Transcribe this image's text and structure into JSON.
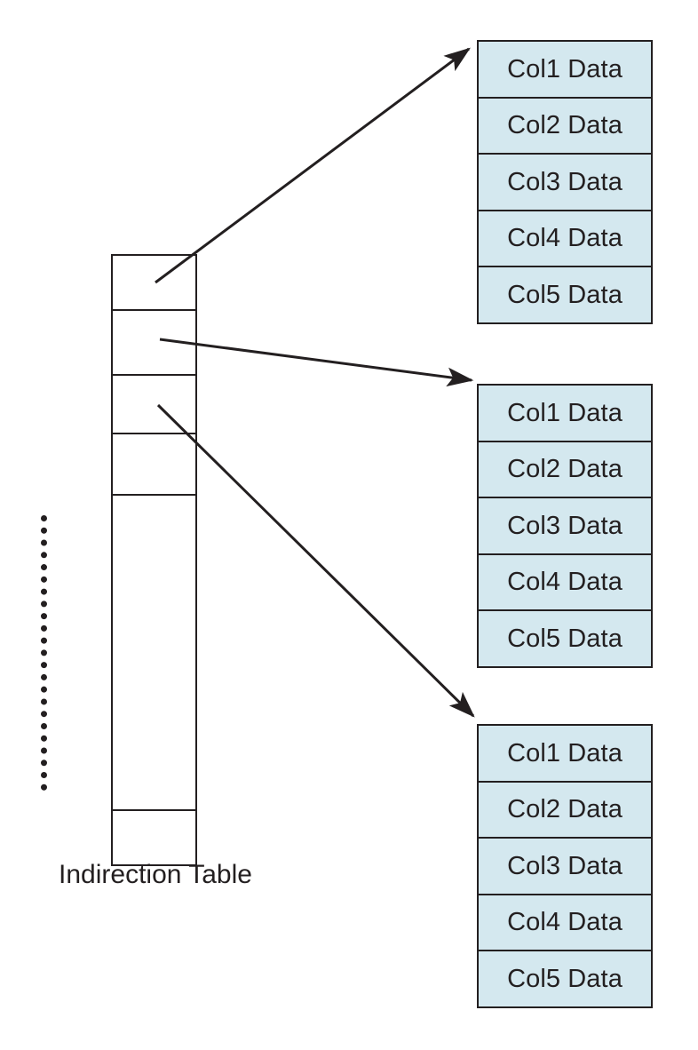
{
  "diagram": {
    "title": "Indirection Table",
    "colors": {
      "block_fill": "#d4e8ef",
      "stroke": "#231f20",
      "background": "#ffffff"
    },
    "indirection_table": {
      "label": "Indirection Table",
      "slot_count_visible": 5,
      "ellipsis": "vertical-dots"
    },
    "data_blocks": [
      {
        "id": "record-1",
        "rows": [
          "Col1 Data",
          "Col2 Data",
          "Col3 Data",
          "Col4 Data",
          "Col5 Data"
        ]
      },
      {
        "id": "record-2",
        "rows": [
          "Col1 Data",
          "Col2 Data",
          "Col3 Data",
          "Col4 Data",
          "Col5 Data"
        ]
      },
      {
        "id": "record-3",
        "rows": [
          "Col1 Data",
          "Col2 Data",
          "Col3 Data",
          "Col4 Data",
          "Col5 Data"
        ]
      }
    ],
    "arrows": [
      {
        "id": "arrow-slot1-to-record1",
        "from": "slot-1",
        "to": "record-1"
      },
      {
        "id": "arrow-slot2-to-record2",
        "from": "slot-2",
        "to": "record-2"
      },
      {
        "id": "arrow-slot3-to-record3",
        "from": "slot-3",
        "to": "record-3"
      }
    ]
  }
}
